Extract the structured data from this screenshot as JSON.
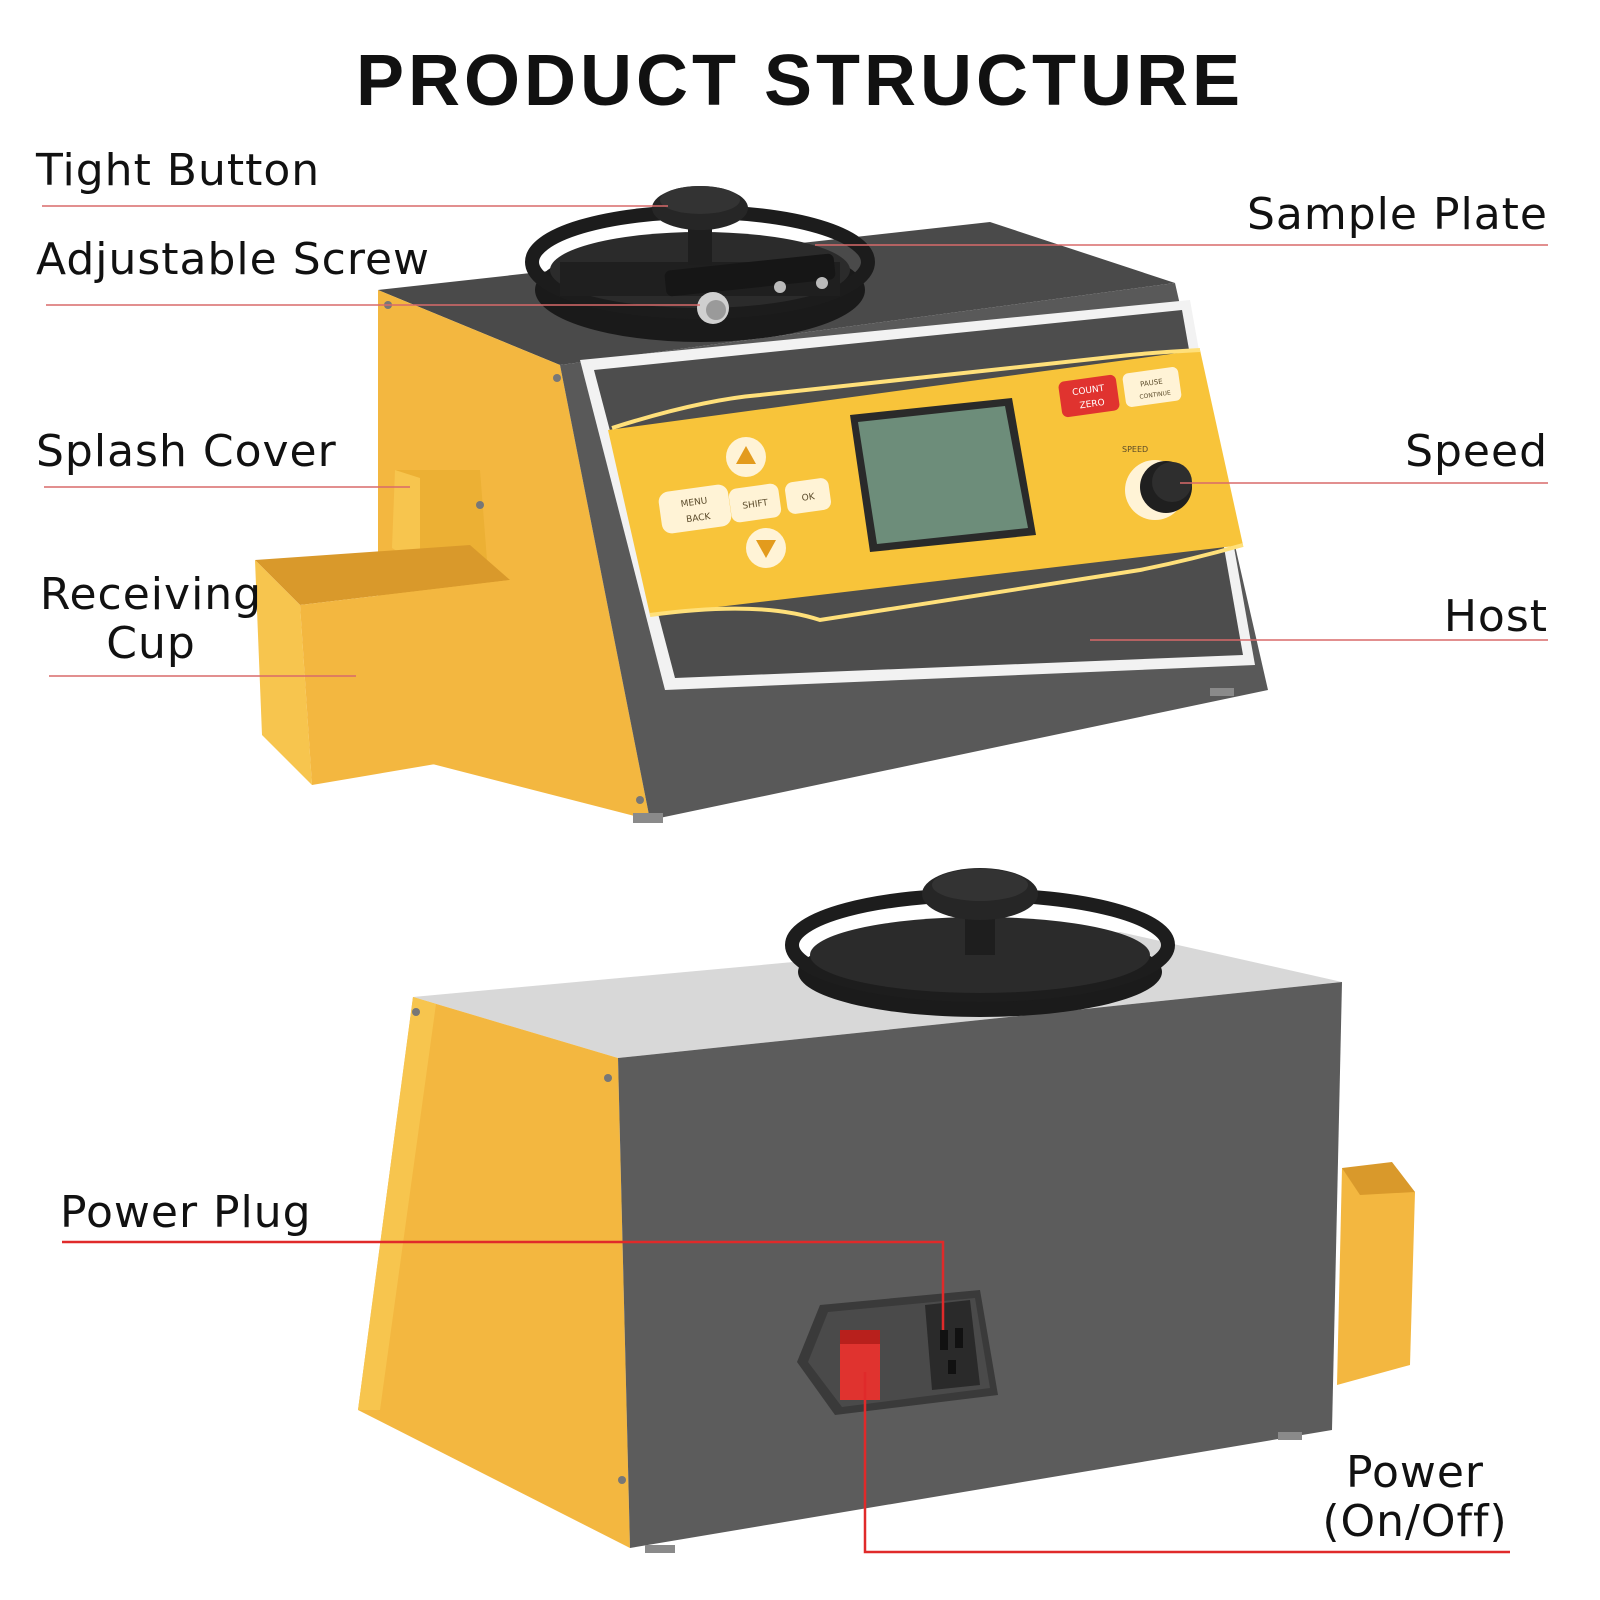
{
  "title": "PRODUCT STRUCTURE",
  "labels": {
    "tight_button": "Tight Button",
    "adjustable_screw": "Adjustable Screw",
    "splash_cover": "Splash Cover",
    "receiving_cup_1": "Receiving",
    "receiving_cup_2": "Cup",
    "sample_plate": "Sample Plate",
    "speed": "Speed",
    "host": "Host",
    "power_plug": "Power Plug",
    "power_1": "Power",
    "power_2": "(On/Off)"
  },
  "panel": {
    "menu": "MENU",
    "back": "BACK",
    "shift": "SHIFT",
    "ok": "OK",
    "count": "COUNT",
    "zero": "ZERO",
    "pause": "PAUSE",
    "continue": "CONTINUE",
    "speed": "SPEED"
  },
  "colors": {
    "yellow": "#f3b740",
    "yellow_dark": "#e6a52c",
    "panel_yellow": "#f8c43a",
    "gray": "#5a5a5a",
    "gray_dark": "#3f3f3f",
    "screen": "#6d8d7a",
    "leader": "#d86a6a",
    "leader_strong": "#e02a2a",
    "knob": "#222222"
  }
}
